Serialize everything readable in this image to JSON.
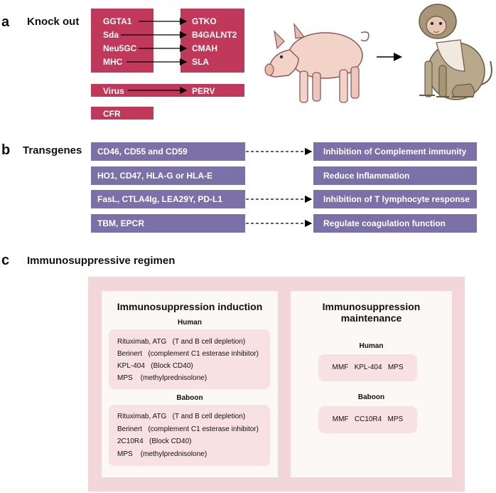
{
  "panel_a": {
    "letter": "a",
    "title": "Knock out",
    "left_genes": [
      "GGTA1",
      "Sda",
      "Neu5GC",
      "MHC"
    ],
    "right_genes": [
      "GTKO",
      "B4GALNT2",
      "CMAH",
      "SLA"
    ],
    "virus_left": "Virus",
    "virus_right": "PERV",
    "cfr": "CFR"
  },
  "panel_b": {
    "letter": "b",
    "title": "Transgenes",
    "rows": [
      {
        "left": "CD46, CD55 and CD59",
        "right": "Inhibition of Complement immunity",
        "arrow": true
      },
      {
        "left": "HO1, CD47, HLA-G or HLA-E",
        "right": "Reduce Inflammation",
        "arrow": false
      },
      {
        "left": "FasL, CTLA4Ig, LEA29Y, PD-L1",
        "right": "Inhibition of T lymphocyte response",
        "arrow": true
      },
      {
        "left": "TBM, EPCR",
        "right": "Regulate coagulation function",
        "arrow": true
      }
    ]
  },
  "panel_c": {
    "letter": "c",
    "title": "Immunosuppressive regimen",
    "induction": {
      "title": "Immunosuppression induction",
      "human_label": "Human",
      "human_drugs": [
        "Rituximab, ATG   (T and B cell depletion)",
        "Berinert   (complement C1 esterase inhibitor)",
        "KPL-404   (Block CD40)",
        "MPS    (methylprednisolone)"
      ],
      "baboon_label": "Baboon",
      "baboon_drugs": [
        "Rituximab, ATG   (T and B cell depletion)",
        "Berinert   (complement C1 esterase inhibitor)",
        "2C10R4   (Block CD40)",
        "MPS    (methylprednisolone)"
      ]
    },
    "maintenance": {
      "title": "Immunosuppression maintenance",
      "human_label": "Human",
      "human_drugs": "MMF   KPL-404   MPS",
      "baboon_label": "Baboon",
      "baboon_drugs": "MMF   CC10R4   MPS"
    }
  },
  "colors": {
    "knockout_box": "#c0395a",
    "transgene_box": "#7b70a8",
    "regimen_outer": "#f2d6da",
    "regimen_inner": "#f7e1e3"
  },
  "icons": [
    "pig-icon",
    "arrow-right-icon",
    "monkey-icon"
  ]
}
